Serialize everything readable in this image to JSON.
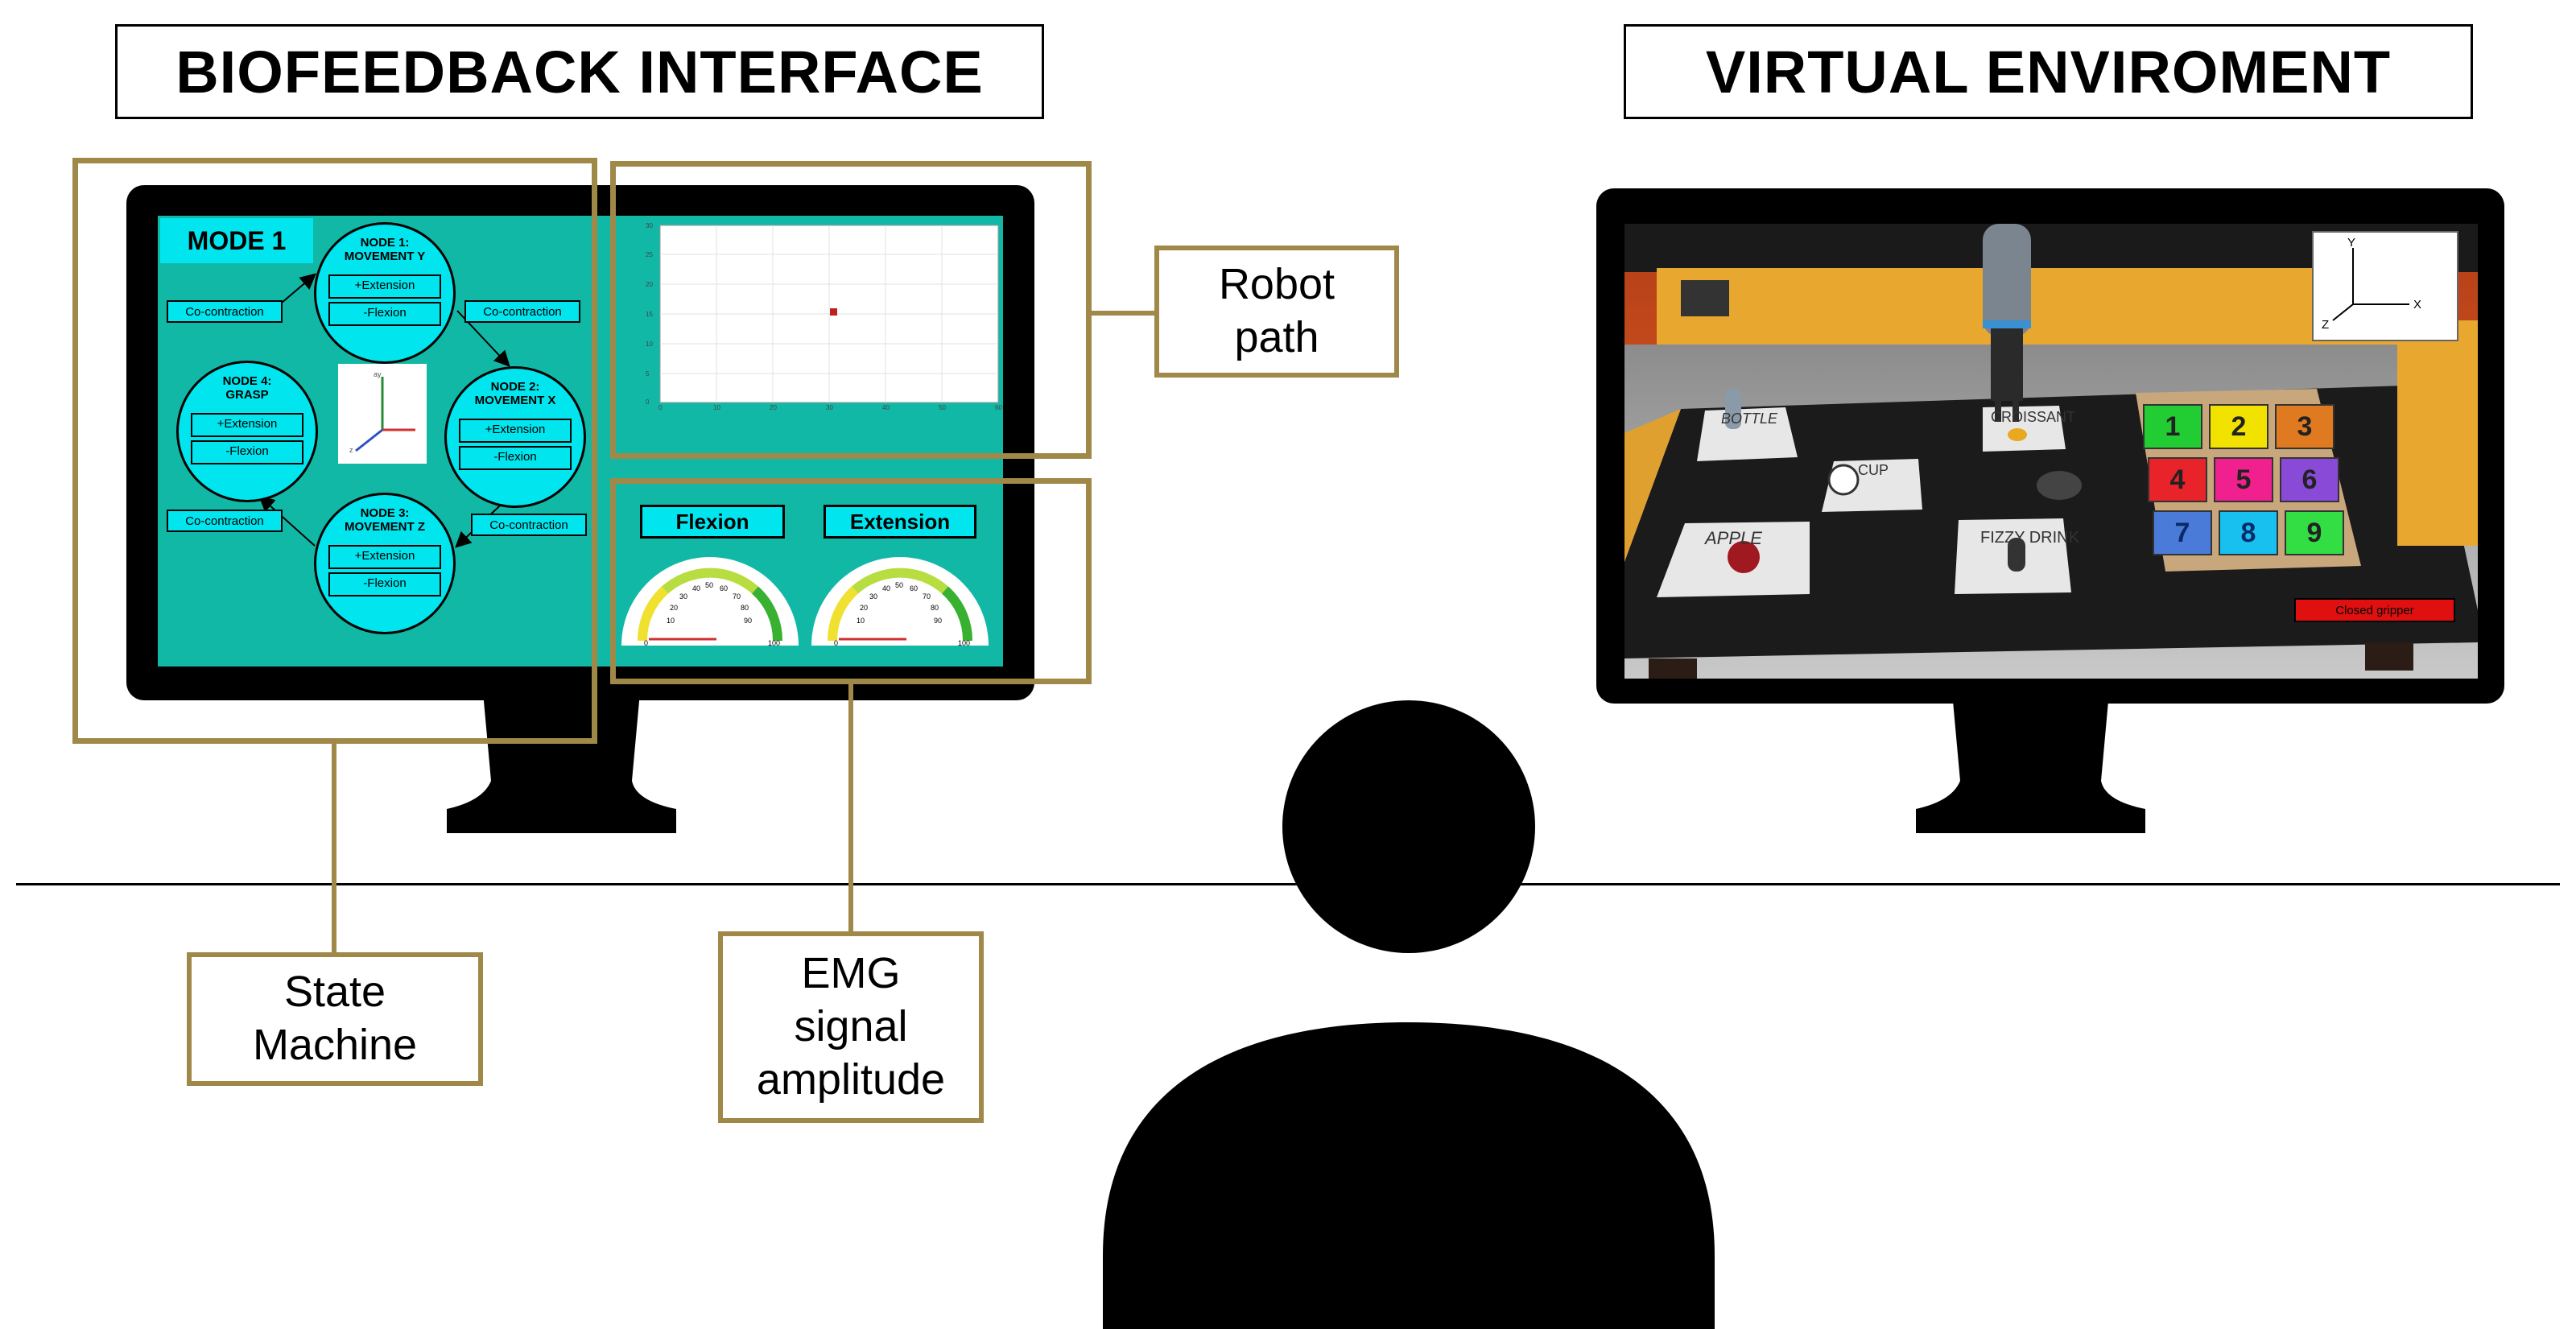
{
  "titles": {
    "left": "BIOFEEDBACK INTERFACE",
    "right": "VIRTUAL ENVIROMENT"
  },
  "callouts": {
    "robot_path": "Robot path",
    "robot_path_line1": "Robot",
    "robot_path_line2": "path",
    "state_machine_line1": "State",
    "state_machine_line2": "Machine",
    "emg_line1": "EMG",
    "emg_line2": "signal",
    "emg_line3": "amplitude"
  },
  "biofeedback": {
    "mode_label": "MODE 1",
    "nodes": {
      "node1": {
        "title1": "NODE 1:",
        "title2": "MOVEMENT Y",
        "btn1": "+Extension",
        "btn2": "-Flexion"
      },
      "node2": {
        "title1": "NODE 2:",
        "title2": "MOVEMENT X",
        "btn1": "+Extension",
        "btn2": "-Flexion"
      },
      "node3": {
        "title1": "NODE 3:",
        "title2": "MOVEMENT Z",
        "btn1": "+Extension",
        "btn2": "-Flexion"
      },
      "node4": {
        "title1": "NODE 4:",
        "title2": "GRASP",
        "btn1": "+Extension",
        "btn2": "-Flexion"
      }
    },
    "cocontraction_label": "Co-contraction",
    "gauges": {
      "flexion_label": "Flexion",
      "extension_label": "Extension",
      "ticks": [
        "0",
        "10",
        "20",
        "30",
        "40",
        "50",
        "60",
        "70",
        "80",
        "90",
        "100"
      ]
    },
    "robot_plot": {
      "y_ticks": [
        "30",
        "25",
        "20",
        "15",
        "10",
        "5",
        "0"
      ],
      "x_ticks": [
        "0",
        "10",
        "20",
        "30",
        "40",
        "50",
        "60"
      ]
    }
  },
  "virtual_env": {
    "cards": {
      "bottle": "BOTTLE",
      "croissant": "CROISSANT",
      "cup": "CUP",
      "apple": "APPLE",
      "fizzy_drink": "FIZZY DRINK"
    },
    "tray_numbers": [
      "1",
      "2",
      "3",
      "4",
      "5",
      "6",
      "7",
      "8",
      "9"
    ],
    "tray_colors": [
      "#22cc33",
      "#f2e200",
      "#e07a20",
      "#e8232a",
      "#f0208e",
      "#8a4ad8",
      "#4a7bd8",
      "#18c0f0",
      "#33dd44"
    ],
    "gripper_status": "Closed gripper",
    "axes": {
      "x": "X",
      "y": "Y",
      "z": "Z"
    }
  },
  "colors": {
    "gold": "#a08848",
    "teal": "#12b8a6",
    "cyan": "#00e5ee"
  }
}
